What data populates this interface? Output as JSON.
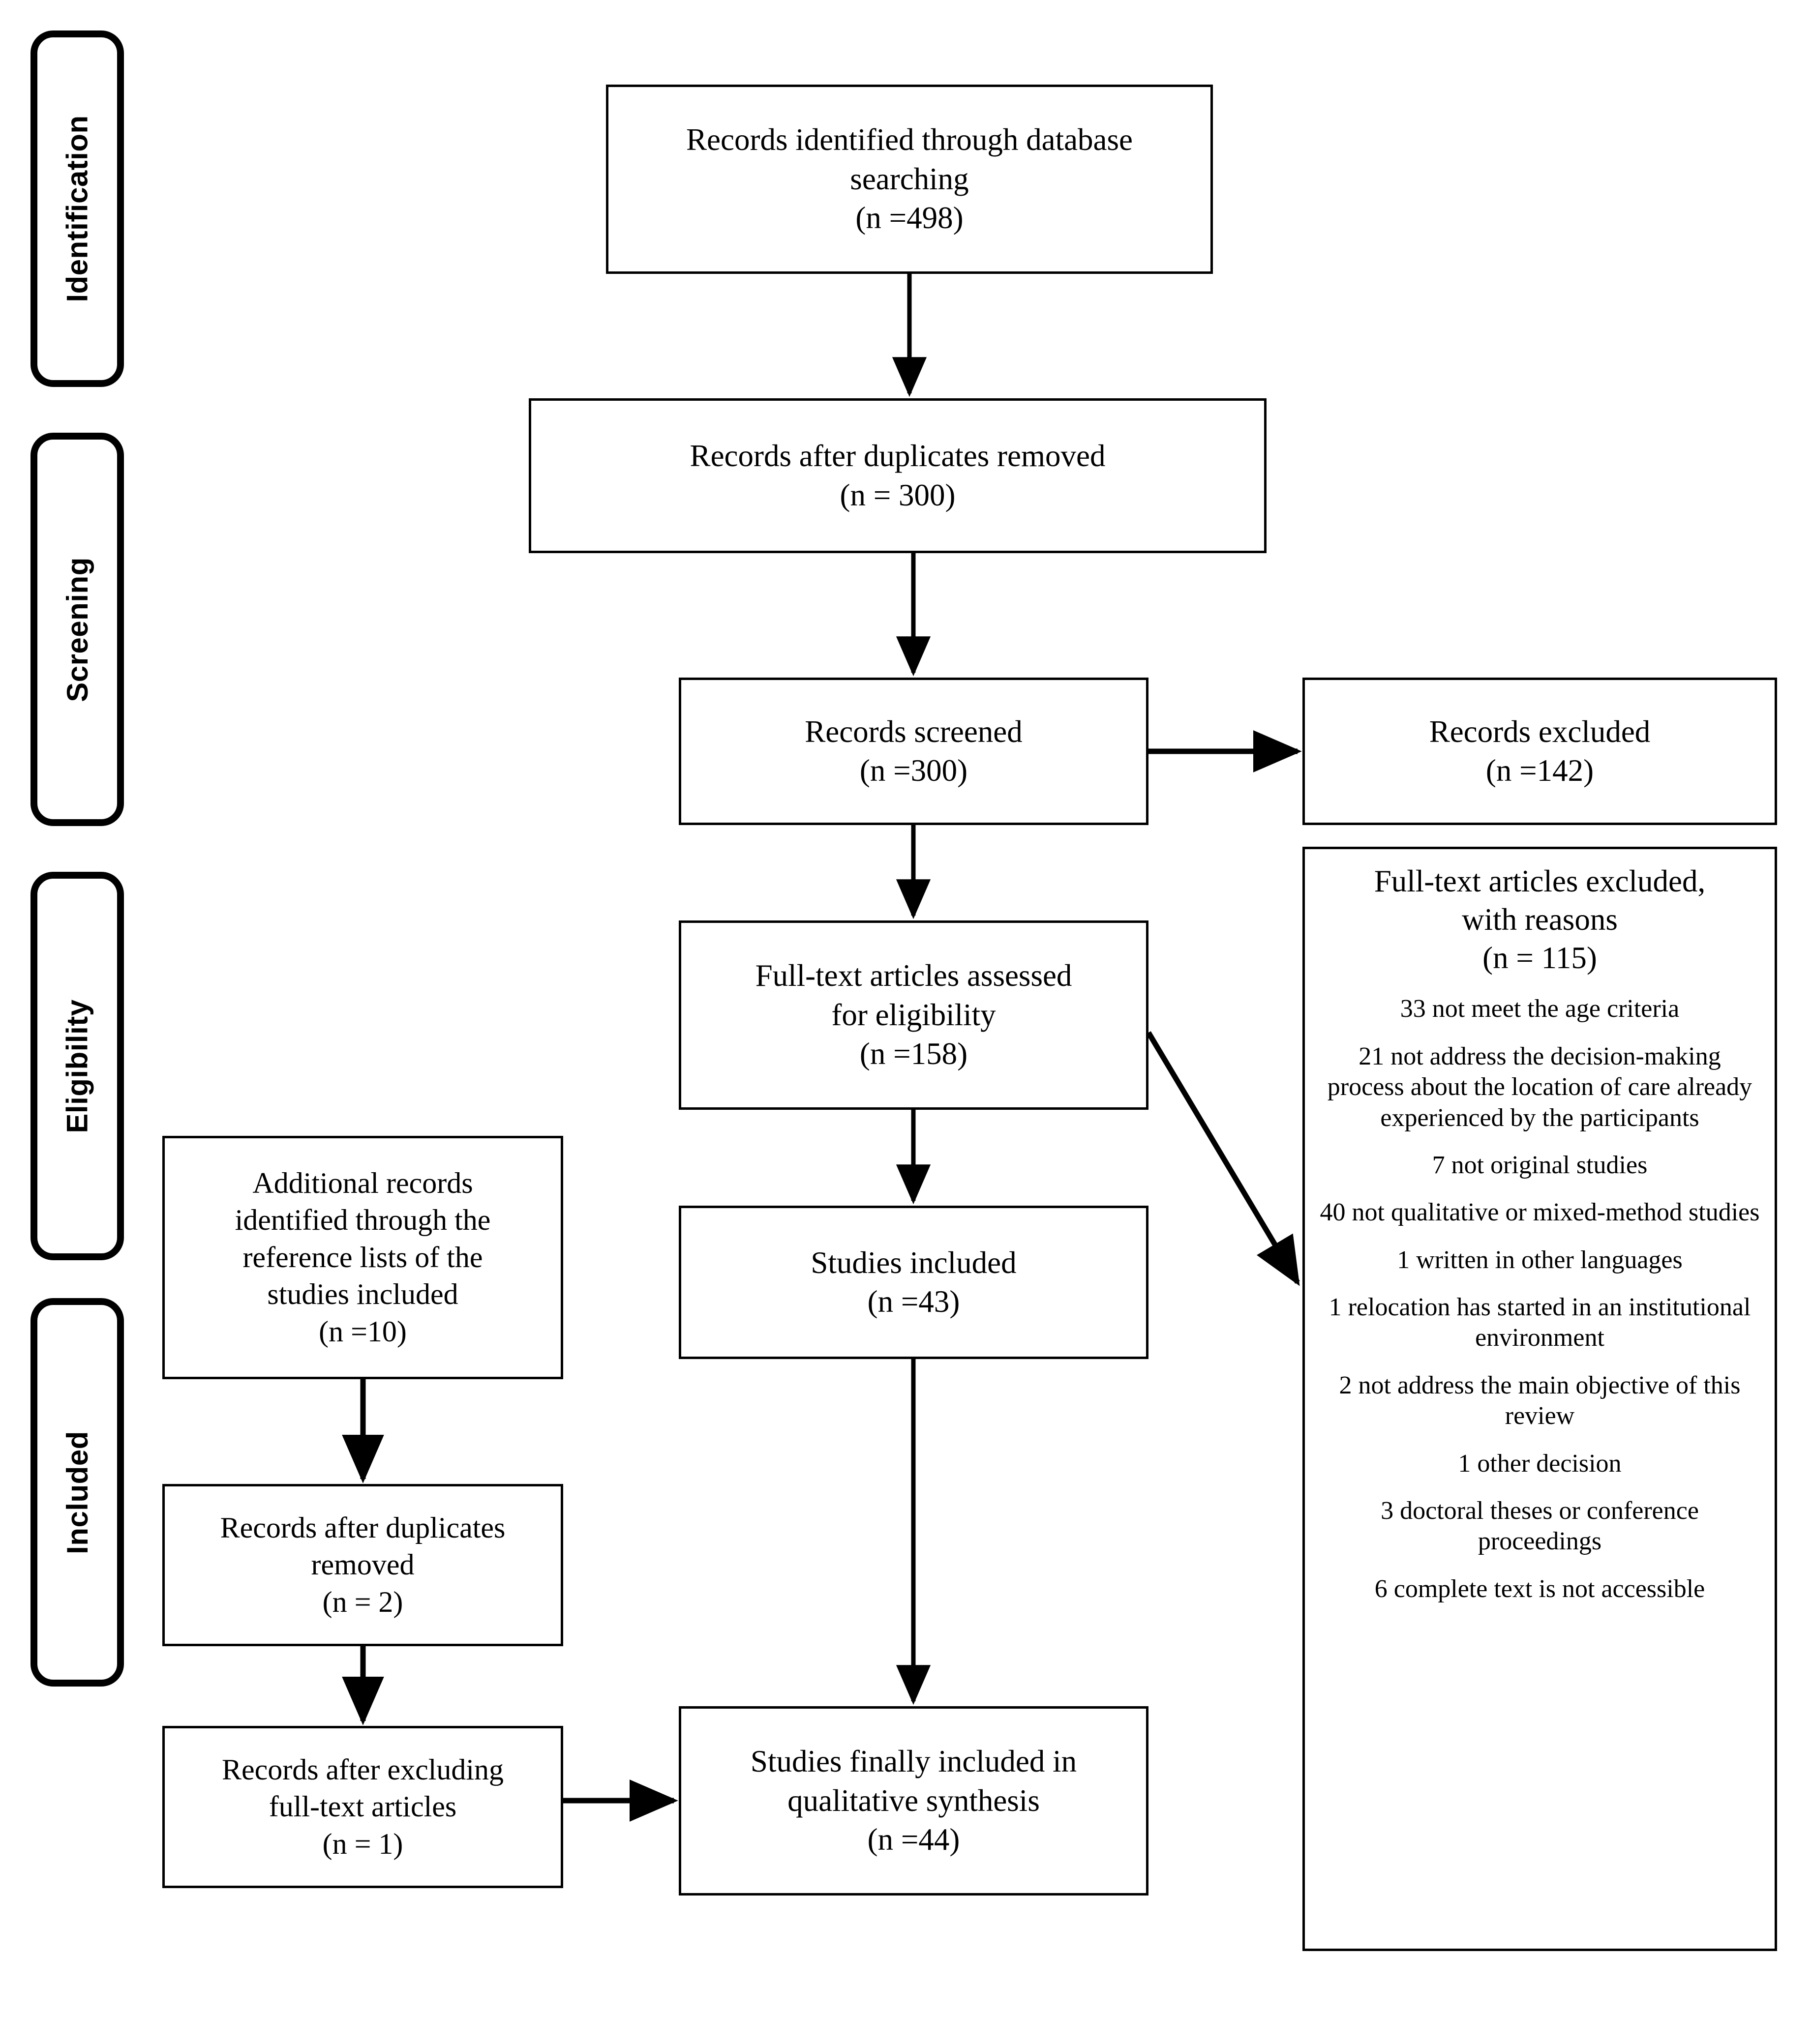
{
  "figure": {
    "type": "prisma-flow-diagram",
    "stages": [
      {
        "key": "identification",
        "label": "Identification"
      },
      {
        "key": "screening",
        "label": "Screening"
      },
      {
        "key": "eligibility",
        "label": "Eligibility"
      },
      {
        "key": "included",
        "label": "Included"
      }
    ]
  },
  "boxes": {
    "identified": {
      "line1": "Records identified through database",
      "line2": "searching",
      "line3": "(n =498)"
    },
    "duplicates_removed": {
      "line1": "Records after duplicates removed",
      "line2": "(n = 300)"
    },
    "screened": {
      "line1": "Records screened",
      "line2": "(n =300)"
    },
    "records_excluded": {
      "line1": "Records excluded",
      "line2": "(n =142)"
    },
    "fulltext_assessed": {
      "line1": "Full-text articles assessed",
      "line2": "for eligibility",
      "line3": "(n =158)"
    },
    "studies_included": {
      "line1": "Studies included",
      "line2": "(n =43)"
    },
    "additional_records": {
      "line1": "Additional records",
      "line2": "identified through the",
      "line3": "reference lists of the",
      "line4": "studies included",
      "line5": "(n =10)"
    },
    "additional_duplicates_removed": {
      "line1": "Records after duplicates",
      "line2": "removed",
      "line3": "(n = 2)"
    },
    "records_after_excluding": {
      "line1": "Records after excluding",
      "line2": "full-text articles",
      "line3": "(n = 1)"
    },
    "final_included": {
      "line1": "Studies finally included in",
      "line2": "qualitative synthesis",
      "line3": "(n =44)"
    },
    "fulltext_excluded": {
      "head1": "Full-text articles excluded,",
      "head2": "with reasons",
      "head3": "(n = 115)",
      "reasons": [
        "33 not meet the age criteria",
        "21 not address the decision-making process about the location of care already experienced by the participants",
        "7 not original studies",
        "40 not qualitative or mixed-method studies",
        "1 written in other languages",
        "1 relocation has started in an institutional environment",
        "2 not address the main objective of this review",
        "1 other decision",
        "3 doctoral theses or conference proceedings",
        "6 complete text is not accessible"
      ]
    }
  },
  "chart_data": {
    "type": "table",
    "title": "PRISMA flow diagram",
    "nodes": [
      {
        "id": "identified",
        "stage": "Identification",
        "label": "Records identified through database searching",
        "n": 498
      },
      {
        "id": "duplicates_removed",
        "stage": "Identification",
        "label": "Records after duplicates removed",
        "n": 300
      },
      {
        "id": "screened",
        "stage": "Screening",
        "label": "Records screened",
        "n": 300
      },
      {
        "id": "records_excluded",
        "stage": "Screening",
        "label": "Records excluded",
        "n": 142
      },
      {
        "id": "fulltext_assessed",
        "stage": "Eligibility",
        "label": "Full-text articles assessed for eligibility",
        "n": 158
      },
      {
        "id": "fulltext_excluded",
        "stage": "Eligibility",
        "label": "Full-text articles excluded, with reasons",
        "n": 115
      },
      {
        "id": "studies_included",
        "stage": "Eligibility",
        "label": "Studies included",
        "n": 43
      },
      {
        "id": "additional_records",
        "stage": "Included",
        "label": "Additional records identified through the reference lists of the studies included",
        "n": 10
      },
      {
        "id": "additional_duplicates_removed",
        "stage": "Included",
        "label": "Records after duplicates removed",
        "n": 2
      },
      {
        "id": "records_after_excluding",
        "stage": "Included",
        "label": "Records after excluding full-text articles",
        "n": 1
      },
      {
        "id": "final_included",
        "stage": "Included",
        "label": "Studies finally included in qualitative synthesis",
        "n": 44
      }
    ],
    "exclusion_reasons": [
      {
        "reason": "not meet the age criteria",
        "n": 33
      },
      {
        "reason": "not address the decision-making process about the location of care already experienced by the participants",
        "n": 21
      },
      {
        "reason": "not original studies",
        "n": 7
      },
      {
        "reason": "not qualitative or mixed-method studies",
        "n": 40
      },
      {
        "reason": "written in other languages",
        "n": 1
      },
      {
        "reason": "relocation has started in an institutional environment",
        "n": 1
      },
      {
        "reason": "not address the main objective of this review",
        "n": 2
      },
      {
        "reason": "other decision",
        "n": 1
      },
      {
        "reason": "doctoral theses or conference proceedings",
        "n": 3
      },
      {
        "reason": "complete text is not accessible",
        "n": 6
      }
    ],
    "edges": [
      {
        "from": "identified",
        "to": "duplicates_removed"
      },
      {
        "from": "duplicates_removed",
        "to": "screened"
      },
      {
        "from": "screened",
        "to": "records_excluded"
      },
      {
        "from": "screened",
        "to": "fulltext_assessed"
      },
      {
        "from": "fulltext_assessed",
        "to": "fulltext_excluded"
      },
      {
        "from": "fulltext_assessed",
        "to": "studies_included"
      },
      {
        "from": "studies_included",
        "to": "final_included"
      },
      {
        "from": "additional_records",
        "to": "additional_duplicates_removed"
      },
      {
        "from": "additional_duplicates_removed",
        "to": "records_after_excluding"
      },
      {
        "from": "records_after_excluding",
        "to": "final_included"
      }
    ]
  },
  "colors": {
    "stroke": "#000000",
    "background": "#ffffff",
    "text": "#000000"
  }
}
